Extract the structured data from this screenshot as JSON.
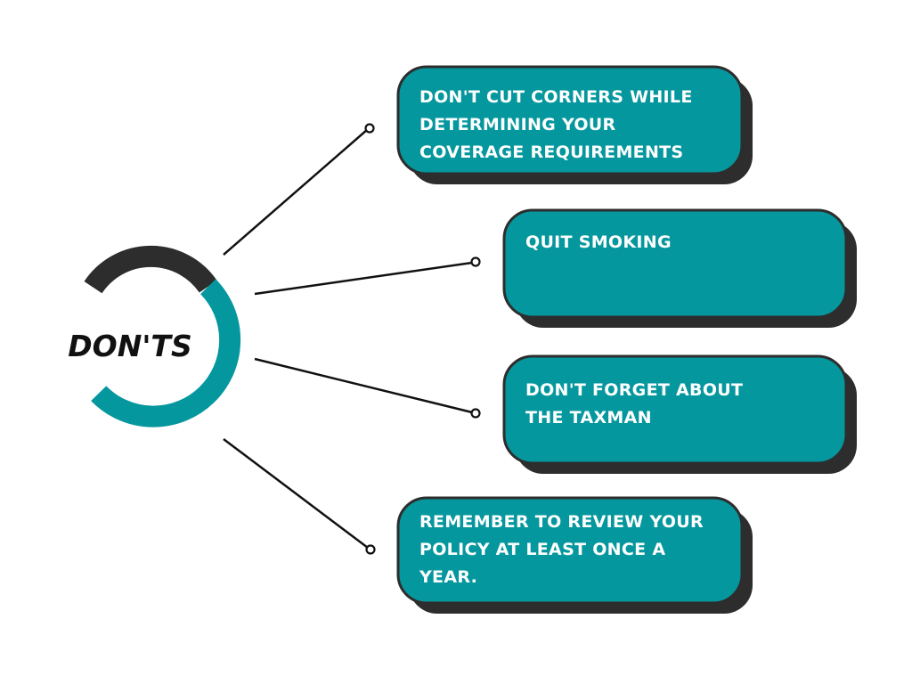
{
  "hub": {
    "label": "DON'TS"
  },
  "colors": {
    "teal": "#05979e",
    "dark": "#2d2d2d",
    "line": "#111111",
    "text": "#ffffff"
  },
  "items": [
    {
      "lines": [
        "DON'T CUT CORNERS WHILE",
        "DETERMINING YOUR",
        "COVERAGE REQUIREMENTS"
      ]
    },
    {
      "lines": [
        "QUIT SMOKING"
      ]
    },
    {
      "lines": [
        "DON'T FORGET ABOUT",
        "THE TAXMAN"
      ]
    },
    {
      "lines": [
        "REMEMBER TO REVIEW YOUR",
        "POLICY AT LEAST ONCE A",
        "YEAR."
      ]
    }
  ]
}
